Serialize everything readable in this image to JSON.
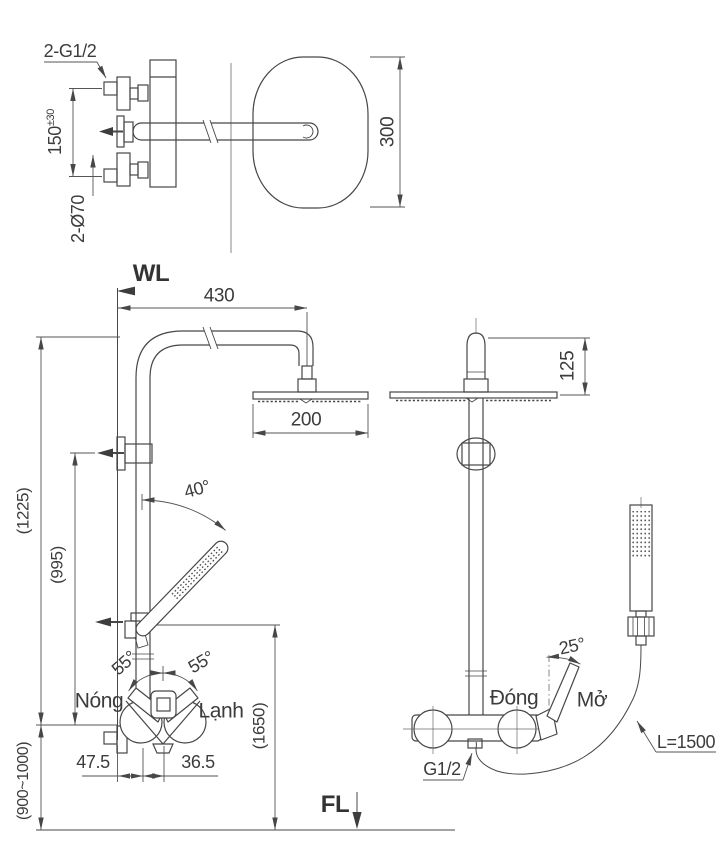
{
  "sheet": {
    "background": "#ffffff",
    "line_color": "#474747",
    "text_color": "#3c3c3c"
  },
  "labels": {
    "top": {
      "thread": "2-G1/2",
      "spacing": "150",
      "spacing_tol": "±30",
      "escutcheon": "2-Ø70",
      "head_depth": "300"
    },
    "front": {
      "wall_line": "WL",
      "arm_reach": "430",
      "head_width": "200",
      "wand_angle": "40°",
      "riser_height": "(1225)",
      "bracket_height": "(995)",
      "swing_left": "55°",
      "swing_right": "55°",
      "hot": "Nóng",
      "cold": "Lạnh",
      "holder_height": "(1650)",
      "wall_to_pipe": "47.5",
      "pipe_to_handle": "36.5",
      "mixer_height": "(900~1000)",
      "floor_line": "FL"
    },
    "side": {
      "head_drop": "125",
      "open_angle": "25°",
      "close": "Đóng",
      "open": "Mở",
      "outlet_thread": "G1/2",
      "hose_length": "L=1500"
    }
  }
}
